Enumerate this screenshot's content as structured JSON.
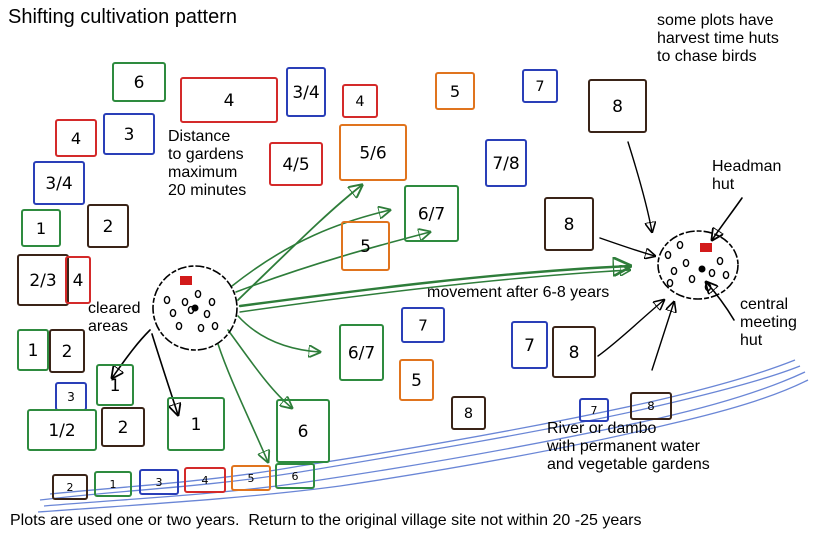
{
  "title": "Shifting cultivation pattern",
  "notes": {
    "harvest_huts": "some plots have\nharvest time huts\nto chase birds",
    "distance": "Distance\nto gardens\nmaximum\n20 minutes",
    "headman": "Headman\nhut",
    "movement": "movement after 6-8 years",
    "cleared": "cleared\nareas",
    "central": "central\nmeeting\nhut",
    "river": "River or dambo\nwith permanent water\nand vegetable gardens",
    "footer": "Plots are used one or two years.  Return to the original village site not within 20 -25 years"
  },
  "colors": {
    "red": "#d42a2a",
    "blue": "#2a3fb8",
    "green": "#2e8b3f",
    "orange": "#e0741e",
    "brown": "#3a2418",
    "arrow_green": "#2e7d3a",
    "river_blue": "#6a86d6",
    "hut_red": "#d21a1a",
    "ink": "#000000"
  },
  "plots": [
    {
      "label": "6",
      "color": "green"
    },
    {
      "label": "4",
      "color": "red"
    },
    {
      "label": "3/4",
      "color": "blue"
    },
    {
      "label": "4",
      "color": "red"
    },
    {
      "label": "5",
      "color": "orange"
    },
    {
      "label": "7",
      "color": "blue"
    },
    {
      "label": "8",
      "color": "brown"
    },
    {
      "label": "4",
      "color": "red"
    },
    {
      "label": "3",
      "color": "blue"
    },
    {
      "label": "4/5",
      "color": "red"
    },
    {
      "label": "5/6",
      "color": "orange"
    },
    {
      "label": "7/8",
      "color": "blue"
    },
    {
      "label": "3/4",
      "color": "blue"
    },
    {
      "label": "1",
      "color": "green"
    },
    {
      "label": "2",
      "color": "brown"
    },
    {
      "label": "6/7",
      "color": "green"
    },
    {
      "label": "8",
      "color": "brown"
    },
    {
      "label": "5",
      "color": "orange"
    },
    {
      "label": "2/3",
      "color": "brown"
    },
    {
      "label": "4",
      "color": "red"
    },
    {
      "label": "7",
      "color": "blue"
    },
    {
      "label": "1",
      "color": "green"
    },
    {
      "label": "2",
      "color": "brown"
    },
    {
      "label": "6/7",
      "color": "green"
    },
    {
      "label": "5",
      "color": "orange"
    },
    {
      "label": "7",
      "color": "blue"
    },
    {
      "label": "8",
      "color": "brown"
    },
    {
      "label": "1",
      "color": "green"
    },
    {
      "label": "3",
      "color": "blue"
    },
    {
      "label": "8",
      "color": "brown"
    },
    {
      "label": "1/2",
      "color": "green"
    },
    {
      "label": "2",
      "color": "brown"
    },
    {
      "label": "1",
      "color": "green"
    },
    {
      "label": "6",
      "color": "green"
    },
    {
      "label": "7",
      "color": "blue"
    },
    {
      "label": "8",
      "color": "brown"
    },
    {
      "label": "2",
      "color": "brown"
    },
    {
      "label": "1",
      "color": "green"
    },
    {
      "label": "3",
      "color": "blue"
    },
    {
      "label": "4",
      "color": "red"
    },
    {
      "label": "5",
      "color": "orange"
    },
    {
      "label": "6",
      "color": "green"
    }
  ]
}
